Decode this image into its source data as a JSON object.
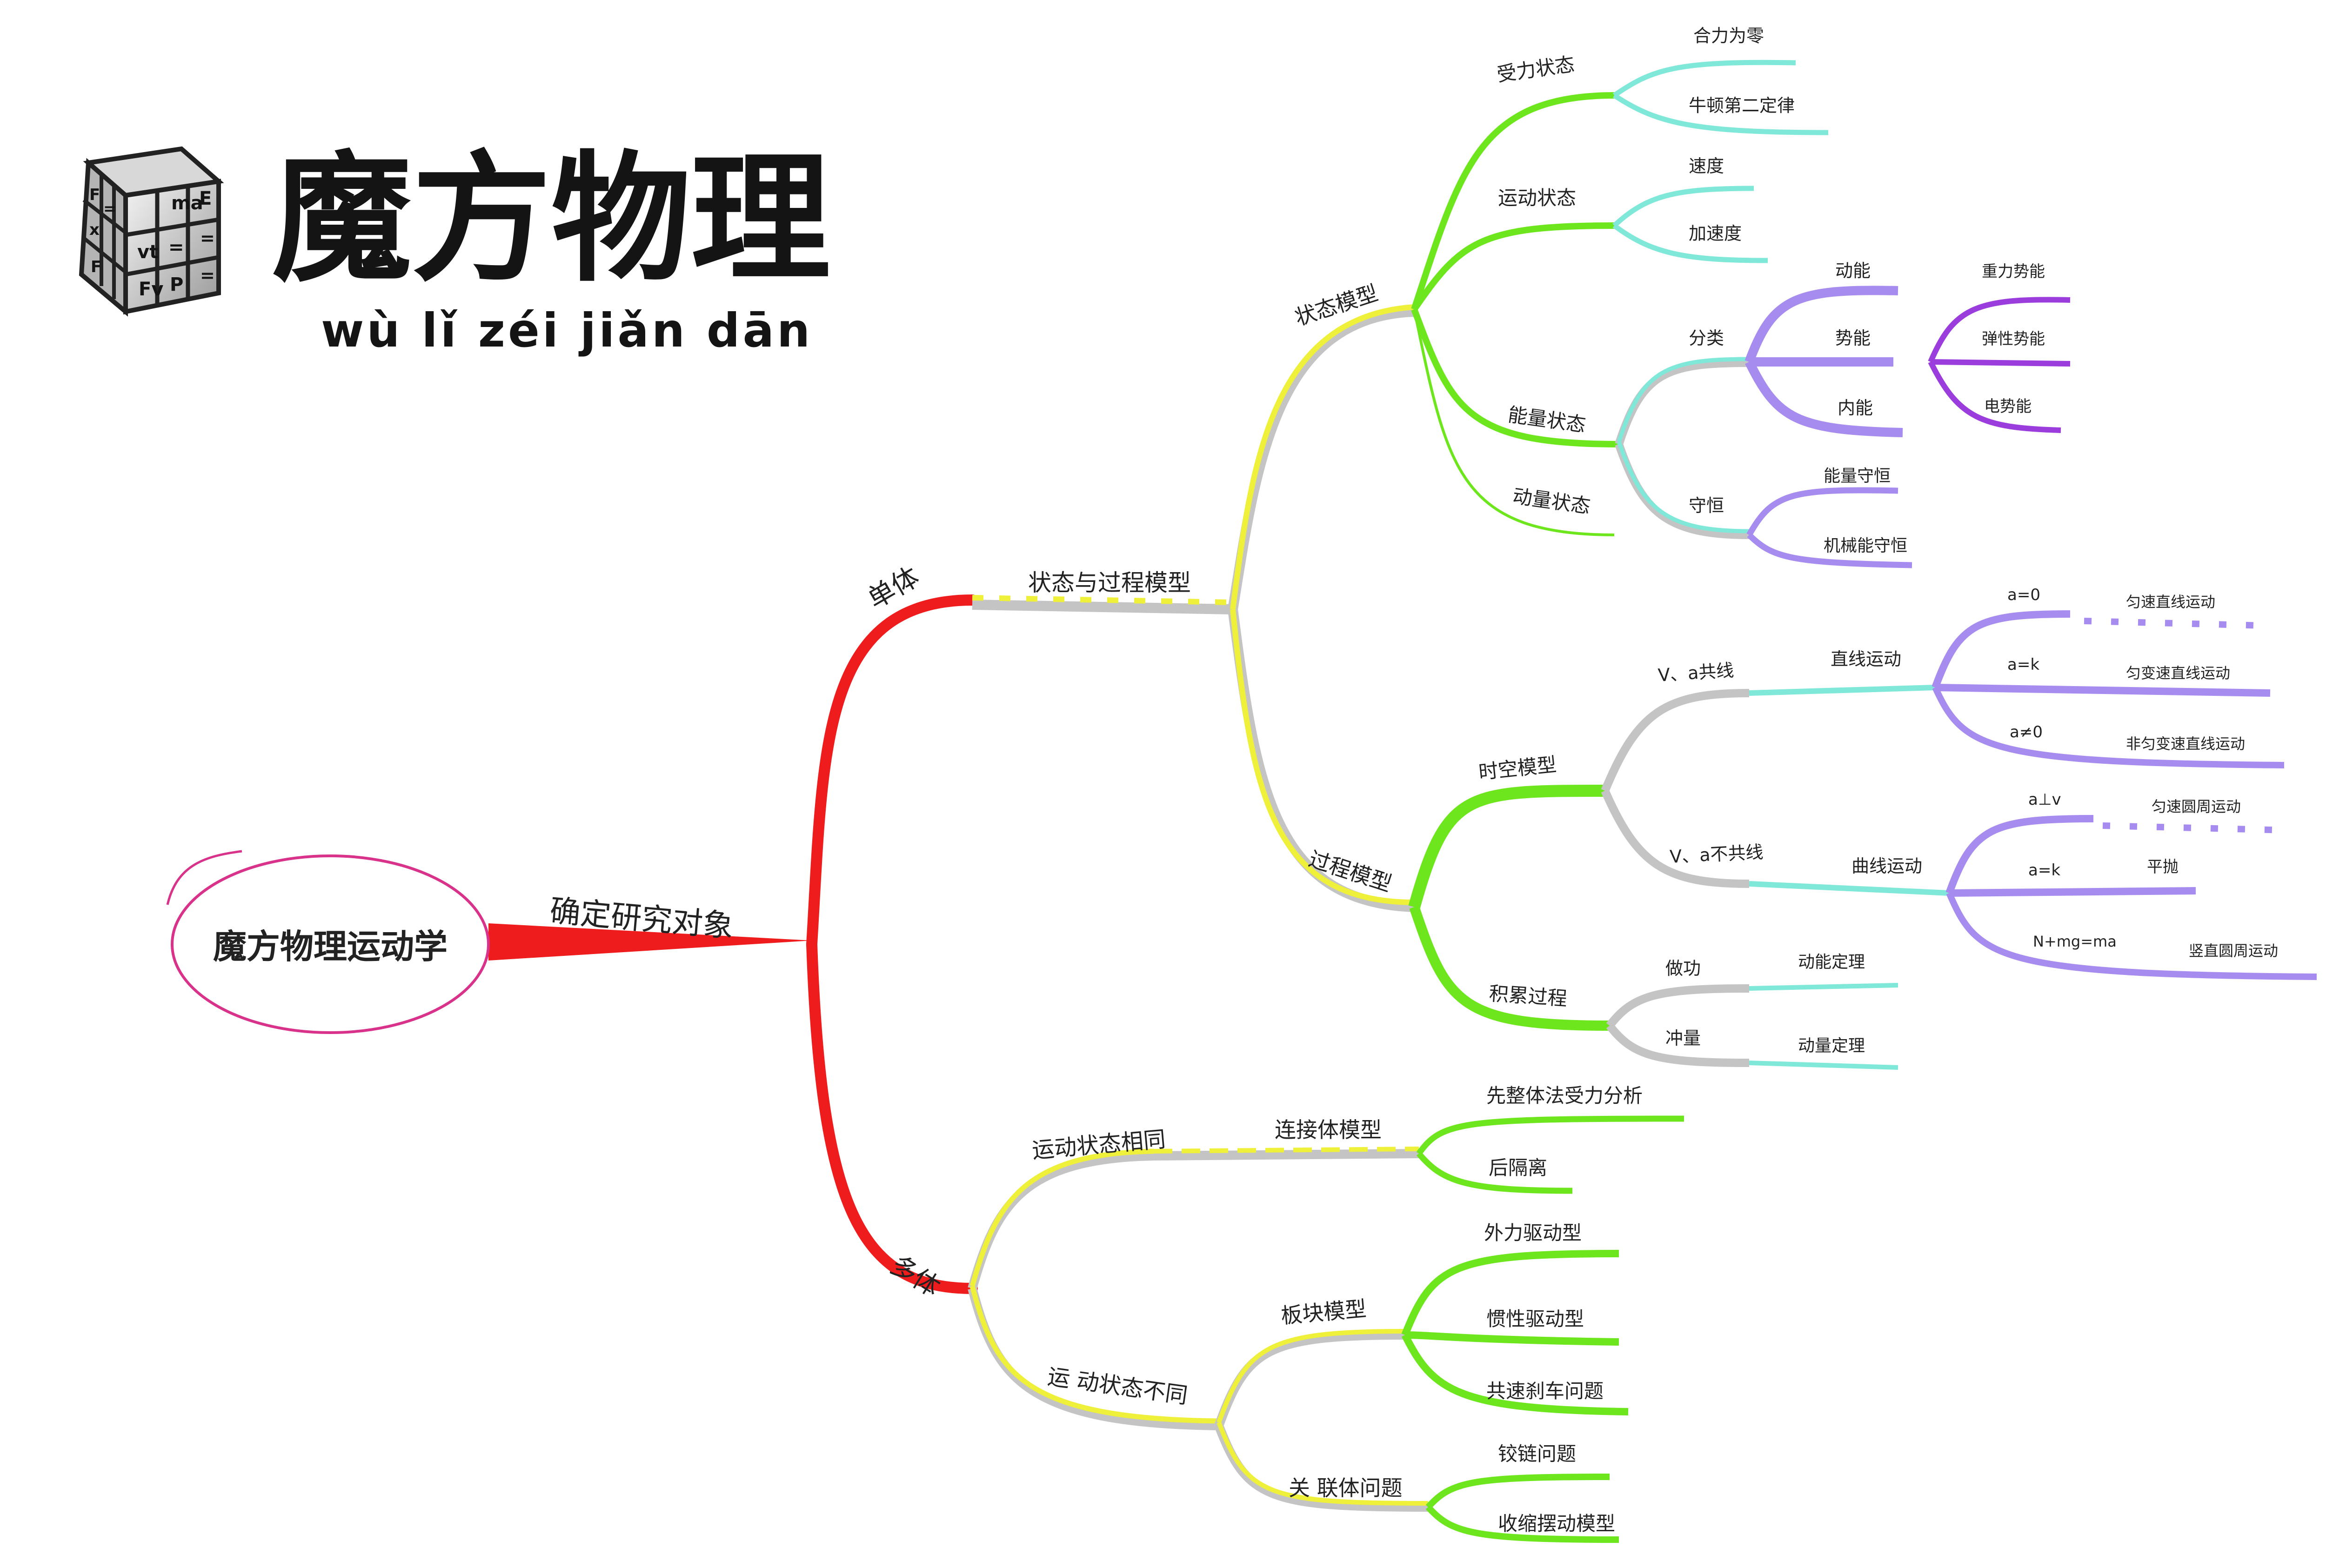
{
  "brand": {
    "title": "魔方物理",
    "pinyin": "wù lǐ zéi jiǎn dān",
    "cube_symbols": [
      "F",
      "=",
      "ma",
      "E",
      "=",
      "x",
      "vt",
      "F",
      "Fv",
      "P",
      "=",
      "="
    ]
  },
  "colors": {
    "red": "#ee1c1c",
    "yellow": "#eef03a",
    "green": "#6ee61e",
    "cyan": "#7fe8d8",
    "purple": "#a78cf0",
    "violet": "#9b3ddd",
    "grey": "#b9b9b9",
    "root_outline": "#d9328a"
  },
  "nodes": {
    "root": "魔方物理运动学",
    "determine": "确定研究对象",
    "single": "单体",
    "state_process": "状态与过程模型",
    "state_model": "状态模型",
    "force_state": "受力状态",
    "net_force_zero": "合力为零",
    "newton2": "牛顿第二定律",
    "motion_state": "运动状态",
    "velocity": "速度",
    "acceleration": "加速度",
    "energy_state": "能量状态",
    "classify": "分类",
    "kinetic": "动能",
    "potential": "势能",
    "internal": "内能",
    "gravity_pe": "重力势能",
    "elastic_pe": "弹性势能",
    "electric_pe": "电势能",
    "conserve": "守恒",
    "energy_conservation": "能量守恒",
    "mech_conservation": "机械能守恒",
    "momentum_state": "动量状态",
    "process_model": "过程模型",
    "spacetime": "时空模型",
    "collinear": "V、a共线",
    "linear_motion": "直线运动",
    "a0": "a=0",
    "uniform_linear": "匀速直线运动",
    "ak1": "a=k",
    "uniform_accel": "匀变速直线运动",
    "aneq0": "a≠0",
    "nonuniform_accel": "非匀变速直线运动",
    "noncollinear": "V、a不共线",
    "curve_motion": "曲线运动",
    "aperp": "a⊥v",
    "uniform_circular": "匀速圆周运动",
    "ak2": "a=k",
    "projectile": "平抛",
    "nmg": "N+mg=ma",
    "vertical_circle": "竖直圆周运动",
    "accumulation": "积累过程",
    "work": "做功",
    "ke_theorem": "动能定理",
    "impulse": "冲量",
    "momentum_theorem": "动量定理",
    "multi": "多体",
    "same_state": "运动状态相同",
    "connected": "连接体模型",
    "whole_first": "先整体法受力分析",
    "isolate_after": "后隔离",
    "diff_state": "运 动状态不同",
    "board_block": "板块模型",
    "external_drive": "外力驱动型",
    "inertia_drive": "惯性驱动型",
    "common_brake": "共速刹车问题",
    "linkage": "关 联体问题",
    "hinge": "铰链问题",
    "shrink_swing": "收缩摆动模型"
  }
}
